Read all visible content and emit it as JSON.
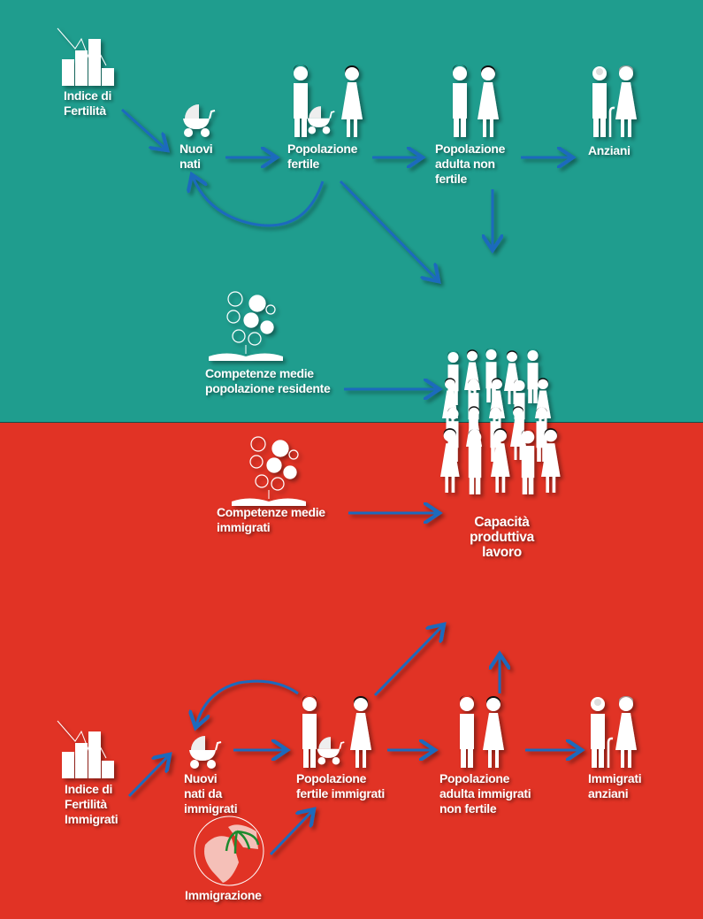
{
  "colors": {
    "top_bg": "#1f9d8e",
    "bottom_bg": "#e13325",
    "arrow": "#1f6bbd"
  },
  "resident": {
    "fertility_index": "Indice di\nFertilità",
    "newborns": "Nuovi\nnati",
    "fertile_population": "Popolazione\nfertile",
    "adult_non_fertile": "Popolazione\nadulta non\nfertile",
    "elderly": "Anziani",
    "skills": "Competenze medie\npopolazione residente"
  },
  "center": {
    "skills_immigrants": "Competenze medie\nimmigrati",
    "labor_capacity": "Capacità\nproduttiva\nlavoro"
  },
  "immigrants": {
    "fertility_index": "Indice di\nFertilità\nImmigrati",
    "newborns": "Nuovi\nnati da\nimmigrati",
    "fertile_population": "Popolazione\nfertile immigrati",
    "adult_non_fertile": "Popolazione\nadulta immigrati\nnon fertile",
    "elderly": "Immigrati\nanziani",
    "immigration": "Immigrazione"
  }
}
